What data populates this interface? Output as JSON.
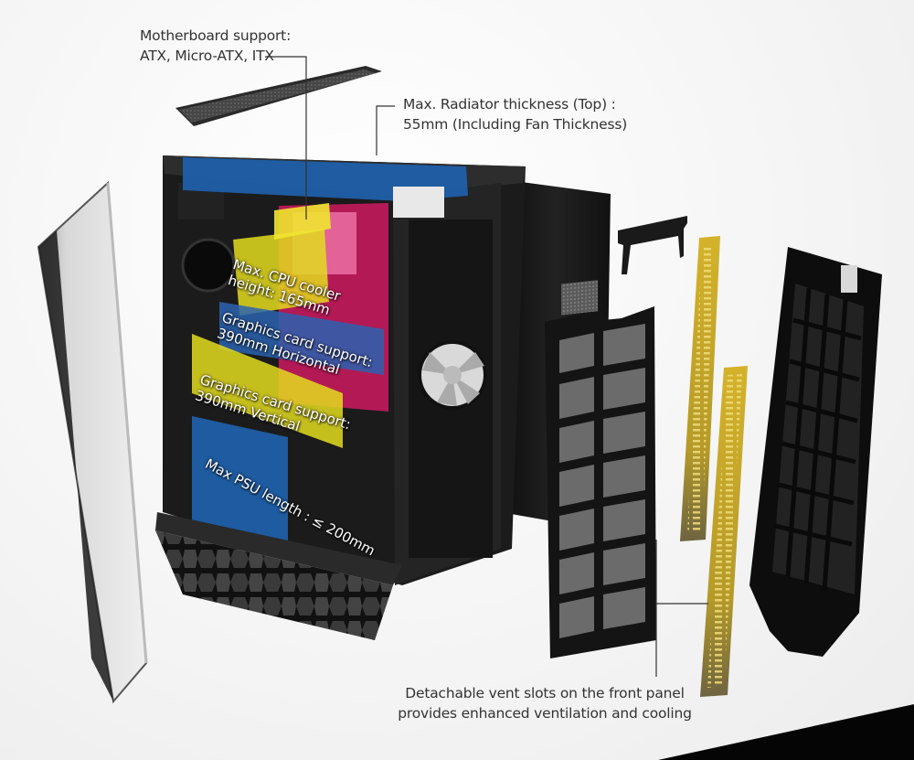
{
  "image": {
    "subject": "exploded-view PC case with component callouts",
    "colors": {
      "background": "#f6f6f6",
      "case_black": "#1c1c1c",
      "radiator_zone_blue": "#1f5fa8",
      "cpu_cooler_zone_yellow": "#e3dc1e",
      "motherboard_zone_magenta": "#c01a5a",
      "motherboard_zone_pink": "#e86aa0",
      "graphics_zone_blue": "#2a63b0",
      "psu_zone_blue": "#1f5fa8",
      "vent_slot_gold": "#c9a825",
      "callout_text": "#333333",
      "overlay_text": "#ffffff"
    }
  },
  "callouts": {
    "motherboard": {
      "line1": "Motherboard support:",
      "line2": "ATX, Micro-ATX, ITX"
    },
    "radiator": {
      "line1": "Max. Radiator thickness (Top) :",
      "line2": "55mm (Including Fan Thickness)"
    },
    "vent_slots": {
      "line1": "Detachable vent slots on the front panel",
      "line2": "provides enhanced ventilation and cooling"
    }
  },
  "overlay_labels": {
    "cpu_cooler": {
      "line1": "Max. CPU cooler",
      "line2": "height: 165mm"
    },
    "gpu_horizontal": {
      "line1": "Graphics card support:",
      "line2": "390mm Horizontal"
    },
    "gpu_vertical": {
      "line1": "Graphics card support:",
      "line2": "390mm Vertical"
    },
    "psu": {
      "line1": "Max PSU length : ≤ 200mm"
    }
  },
  "components": [
    "glass-side-panel",
    "top-dust-filter",
    "case-chassis",
    "bottom-dust-filter",
    "rear-side-panel",
    "gpu-bracket",
    "front-mesh-filter",
    "vent-slot-strip-long",
    "vent-slot-strip-short",
    "front-panel"
  ]
}
